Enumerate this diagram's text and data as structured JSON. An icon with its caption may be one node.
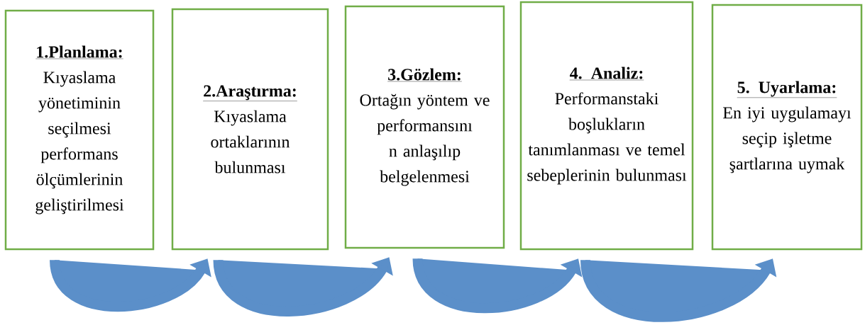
{
  "diagram": {
    "nodes": [
      {
        "text": [
          "1.Planlama:",
          "Kıyaslama yönetiminin seçilmesi performans ölçümlerinin geliştirilmesi"
        ]
      },
      {
        "text": [
          "2.Araştırma:",
          "Kıyaslama ortaklarının bulunması"
        ]
      },
      {
        "text": [
          "3.Gözlem:",
          "Ortağın yöntem ve performansını n anlaşılıp belgelenmesi"
        ]
      },
      {
        "text": [
          "4. Analiz:",
          "Performanstaki boşlukların tanımlanması ve temel sebeplerinin bulunması"
        ]
      },
      {
        "text": [
          "5. Uyarlama:",
          "En iyi uygulamayı seçip işletme şartlarına uymak"
        ]
      }
    ],
    "edges": [
      {
        "from": 0,
        "to": 1,
        "arrow": "to"
      },
      {
        "from": 1,
        "to": 2,
        "arrow": "to"
      },
      {
        "from": 2,
        "to": 3,
        "arrow": "to"
      },
      {
        "from": 3,
        "to": 4,
        "arrow": "to"
      }
    ]
  }
}
